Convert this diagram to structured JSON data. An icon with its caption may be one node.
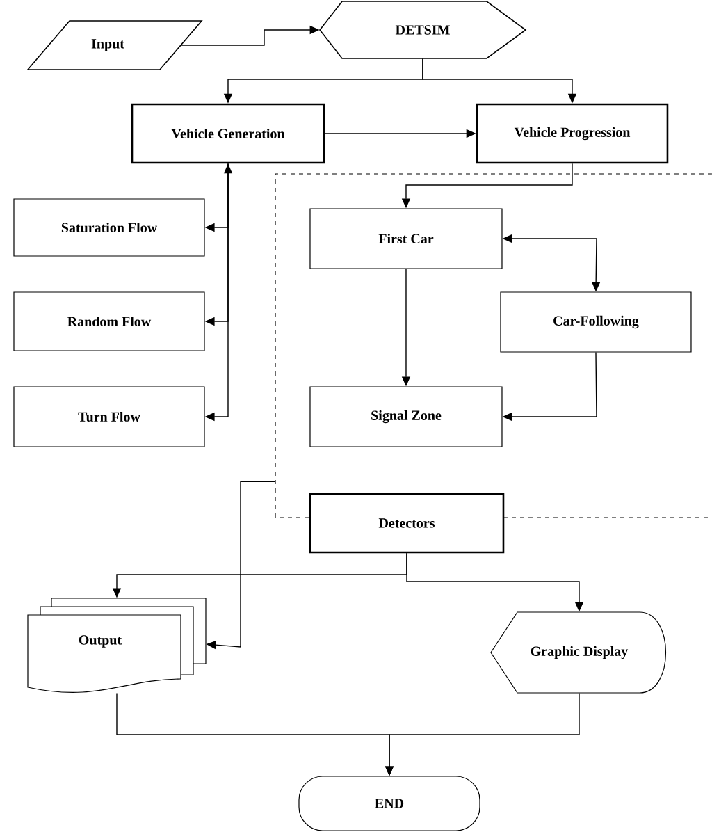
{
  "diagram": {
    "nodes": [
      {
        "text": [
          "Input"
        ]
      },
      {
        "text": [
          "DETSIM"
        ]
      },
      {
        "text": [
          "Vehicle Generation"
        ]
      },
      {
        "text": [
          "Vehicle Progression"
        ]
      },
      {
        "text": [],
        "shape": "box"
      },
      {
        "text": [
          "Saturation Flow"
        ]
      },
      {
        "text": [
          "First Car"
        ],
        "in": 4
      },
      {
        "text": [
          "Random Flow"
        ]
      },
      {
        "text": [
          "Car-Following"
        ],
        "in": 4
      },
      {
        "text": [
          "Turn Flow"
        ]
      },
      {
        "text": [
          "Signal Zone"
        ],
        "in": 4
      },
      {
        "text": [
          "Detectors"
        ]
      },
      {
        "text": [
          "Output"
        ]
      },
      {
        "text": [
          "Graphic Display"
        ]
      },
      {
        "text": [
          "END"
        ]
      }
    ],
    "edges": [
      {
        "from": 0,
        "to": 1,
        "arrow": "to"
      },
      {
        "from": 1,
        "to": 2,
        "arrow": "to"
      },
      {
        "from": 1,
        "to": 3,
        "arrow": "to"
      },
      {
        "from": 2,
        "to": 3,
        "arrow": "to"
      },
      {
        "from": 3,
        "to": 6,
        "arrow": "to"
      },
      {
        "from": 5,
        "to": 2,
        "arrow": "both"
      },
      {
        "from": 2,
        "to": 7,
        "arrow": "to"
      },
      {
        "from": 2,
        "to": 9,
        "arrow": "to"
      },
      {
        "from": 6,
        "to": 10,
        "arrow": "to"
      },
      {
        "from": 6,
        "to": 8,
        "arrow": "both"
      },
      {
        "from": 8,
        "to": 10,
        "arrow": "to"
      },
      {
        "from": 4,
        "to": 12,
        "arrow": "to"
      },
      {
        "from": 11,
        "to": 12,
        "arrow": "to"
      },
      {
        "from": 11,
        "to": 13,
        "arrow": "to"
      },
      {
        "from": 12,
        "to": 14,
        "arrow": "to"
      },
      {
        "from": 13,
        "to": 14,
        "arrow": "to"
      }
    ]
  }
}
